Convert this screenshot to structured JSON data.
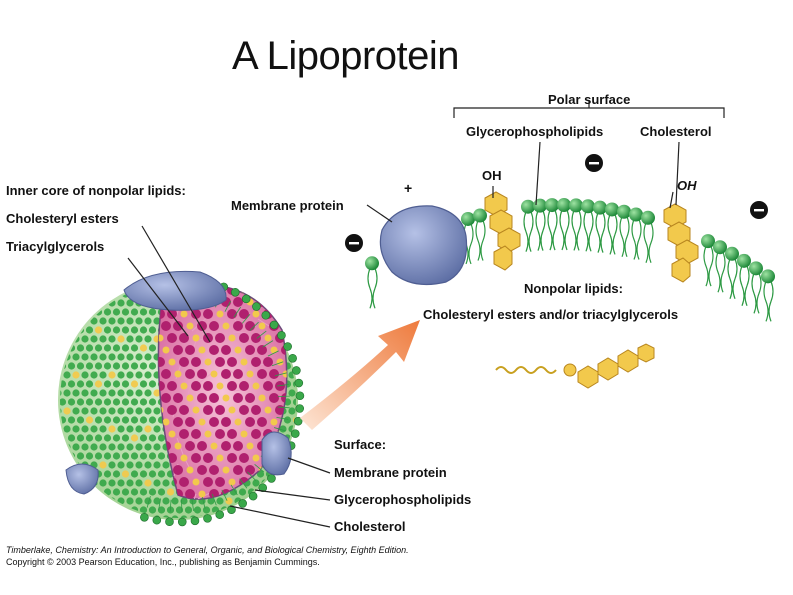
{
  "title": "A Lipoprotein",
  "labels": {
    "inner_core": "Inner core of nonpolar lipids:",
    "cholesteryl_esters": "Cholesteryl esters",
    "triacylglycerols": "Triacylglycerols",
    "membrane_protein_top": "Membrane protein",
    "polar_surface": "Polar surface",
    "glycerophospholipids_top": "Glycerophospholipids",
    "cholesterol_top": "Cholesterol",
    "oh_left": "OH",
    "oh_right": "OH",
    "plus": "+",
    "nonpolar_lipids": "Nonpolar lipids:",
    "nonpolar_lipids_detail": "Cholesteryl esters and/or triacylglycerols",
    "surface": "Surface:",
    "membrane_protein_bottom": "Membrane protein",
    "glycerophospholipids_bottom": "Glycerophospholipids",
    "cholesterol_bottom": "Cholesterol"
  },
  "credit": {
    "line1_italic": "Timberlake, Chemistry: An Introduction to General, Organic, and Biological Chemistry, Eighth Edition.",
    "line2": "Copyright © 2003 Pearson Education, Inc., publishing as Benjamin Cummings."
  },
  "colors": {
    "phospholipid_head": "#3aa84a",
    "cholesterol": "#f2c94c",
    "protein": "#7f8fc0",
    "core_magenta": "#b0206e",
    "arrow": "#f08a4b"
  }
}
